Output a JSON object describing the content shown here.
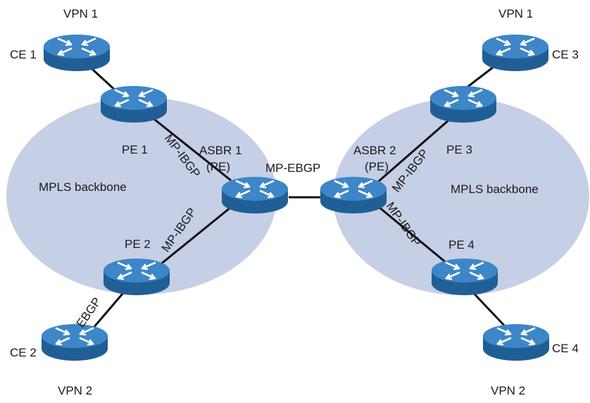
{
  "colors": {
    "backbone_fill": "#c5cfe6",
    "router_side": "#1f5f96",
    "router_top": "#3d86c8",
    "router_icon": "#ffffff",
    "link": "#111111",
    "text": "#1a1a1a"
  },
  "icon": "router-icon",
  "backbones": [
    {
      "id": "left",
      "label": "MPLS backbone"
    },
    {
      "id": "right",
      "label": "MPLS backbone"
    }
  ],
  "nodes": [
    {
      "id": "ce1",
      "label": "CE 1",
      "vpn": "VPN 1"
    },
    {
      "id": "pe1",
      "label": "PE 1"
    },
    {
      "id": "pe2",
      "label": "PE 2"
    },
    {
      "id": "ce2",
      "label": "CE 2",
      "vpn": "VPN 2"
    },
    {
      "id": "asbr1",
      "label": "ASBR 1",
      "sublabel": "(PE)"
    },
    {
      "id": "asbr2",
      "label": "ASBR 2",
      "sublabel": "(PE)"
    },
    {
      "id": "pe3",
      "label": "PE 3"
    },
    {
      "id": "ce3",
      "label": "CE 3",
      "vpn": "VPN 1"
    },
    {
      "id": "pe4",
      "label": "PE 4"
    },
    {
      "id": "ce4",
      "label": "CE 4",
      "vpn": "VPN 2"
    }
  ],
  "links": [
    {
      "id": "ce1-pe1",
      "from": "ce1",
      "to": "pe1",
      "label": ""
    },
    {
      "id": "pe1-asbr1",
      "from": "pe1",
      "to": "asbr1",
      "label": "MP-IBGP"
    },
    {
      "id": "pe2-asbr1",
      "from": "pe2",
      "to": "asbr1",
      "label": "MP-IBGP"
    },
    {
      "id": "pe2-ce2",
      "from": "pe2",
      "to": "ce2",
      "label": "EBGP"
    },
    {
      "id": "asbr1-asbr2",
      "from": "asbr1",
      "to": "asbr2",
      "label": "MP-EBGP"
    },
    {
      "id": "asbr2-pe3",
      "from": "asbr2",
      "to": "pe3",
      "label": "MP-IBGP"
    },
    {
      "id": "asbr2-pe4",
      "from": "asbr2",
      "to": "pe4",
      "label": "MP-IBGP"
    },
    {
      "id": "pe3-ce3",
      "from": "pe3",
      "to": "ce3",
      "label": ""
    },
    {
      "id": "pe4-ce4",
      "from": "pe4",
      "to": "ce4",
      "label": ""
    }
  ]
}
